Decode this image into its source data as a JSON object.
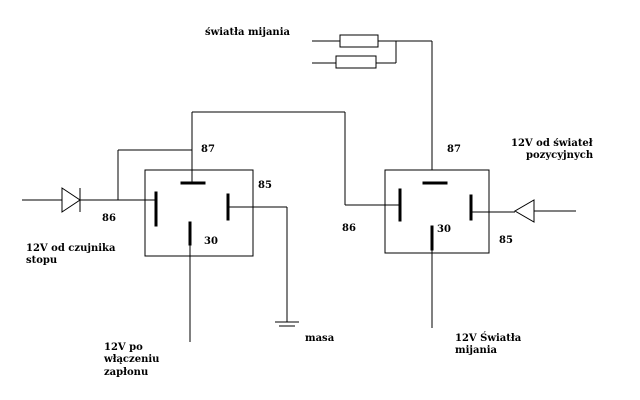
{
  "colors": {
    "line": "#000000",
    "background": "#ffffff"
  },
  "labels": {
    "headlights_top": "światła mijania",
    "stop_sensor_line1": "12V od czujnika",
    "stop_sensor_line2": "stopu",
    "ignition_line1": "12V po",
    "ignition_line2": "włączeniu",
    "ignition_line3": "zapłonu",
    "ground": "masa",
    "position_lights_line1": "12V od świateł",
    "position_lights_line2": "pozycyjnych",
    "headlights_out_line1": "12V Światła",
    "headlights_out_line2": "mijania"
  },
  "relay_left": {
    "pin87": "87",
    "pin86": "86",
    "pin85": "85",
    "pin30": "30"
  },
  "relay_right": {
    "pin87": "87",
    "pin86": "86",
    "pin85": "85",
    "pin30": "30"
  }
}
